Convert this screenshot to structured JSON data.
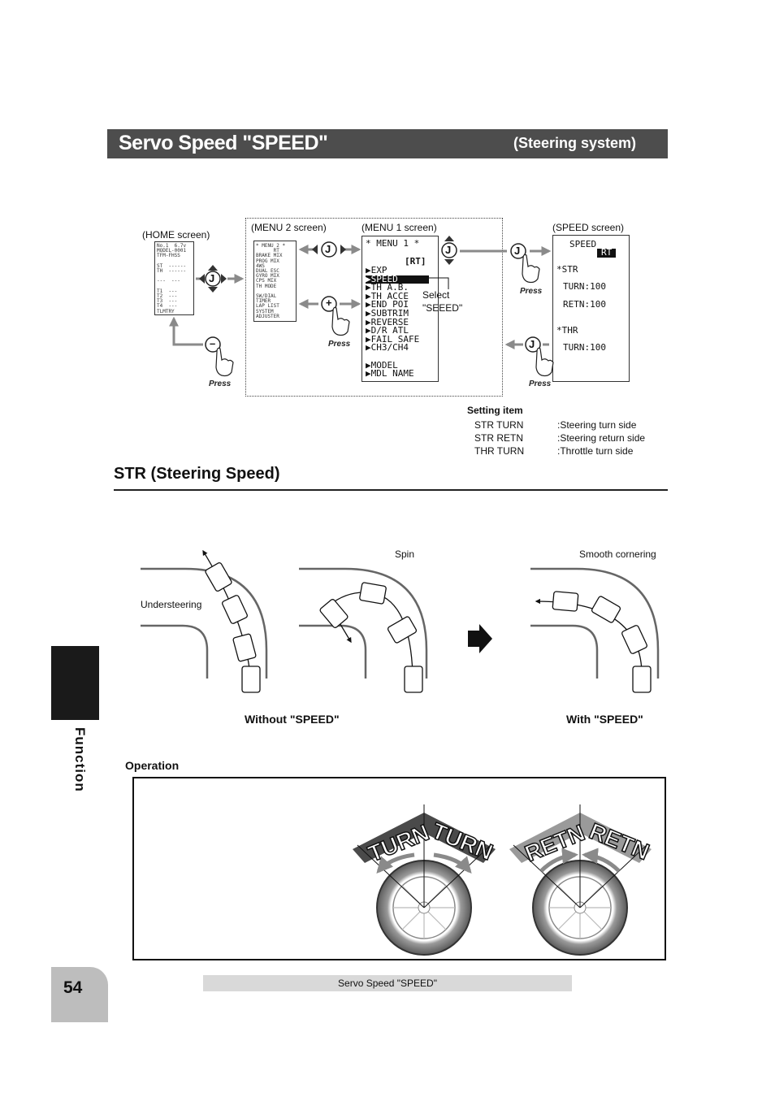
{
  "header": {
    "title": "Servo Speed \"SPEED\"",
    "subtitle": "(Steering system)"
  },
  "flow": {
    "home_label": "(HOME screen)",
    "menu2_label": "(MENU 2 screen)",
    "menu1_label": "(MENU 1 screen)",
    "speed_label": "(SPEED screen)",
    "press": "Press",
    "select_line1": "Select",
    "select_line2": "\"SEEED\"",
    "jog_glyph": "J",
    "plus_glyph": "+",
    "minus_glyph": "–",
    "home_screen_lines": [
      "No.1  6.7v",
      "MODEL-0001",
      "TFM-FHSS",
      "",
      "ST  ------",
      "TH  ------",
      "",
      "---  ---",
      "",
      "T1  ---",
      "T2  ---",
      "T3  ---",
      "T4  ---",
      "TLMTRY"
    ],
    "menu2_lines": [
      "* MENU 2 *",
      "      RT",
      "BRAKE MIX",
      "PROG MIX",
      "4WS",
      "DUAL ESC",
      "GYRO MIX",
      "CPS MIX",
      "TH MODE",
      "",
      "SW/DIAL",
      "TIMER",
      "LAP LIST",
      "SYSTEM",
      "ADJUSTER"
    ],
    "menu1_title": "* MENU 1 *",
    "menu1_badge": "[RT]",
    "menu1_items": [
      "EXP",
      "SPEED",
      "TH A.B.",
      "TH ACCE",
      "END POI",
      "SUBTRIM",
      "REVERSE",
      "D/R ATL",
      "FAIL SAFE",
      "CH3/CH4",
      "",
      "MODEL",
      "MDL NAME"
    ],
    "speed_screen": {
      "title": "SPEED",
      "badge": "RT",
      "str_header": "*STR",
      "str_turn": "TURN:100",
      "str_retn": "RETN:100",
      "thr_header": "*THR",
      "thr_turn": "TURN:100"
    }
  },
  "setting": {
    "heading": "Setting item",
    "items": [
      {
        "key": "STR TURN",
        "desc": ":Steering turn side"
      },
      {
        "key": "STR RETN",
        "desc": ":Steering return side"
      },
      {
        "key": "THR TURN",
        "desc": ":Throttle turn side"
      }
    ]
  },
  "str_section": {
    "title": "STR (Steering Speed)",
    "understeering": "Understeering",
    "spin": "Spin",
    "smooth": "Smooth cornering",
    "without": "Without \"SPEED\"",
    "with": "With \"SPEED\""
  },
  "operation": {
    "heading": "Operation",
    "turn_word": "TURN",
    "retn_word": "RETN"
  },
  "side_tab": "Function",
  "page_number": "54",
  "footer": "Servo Speed \"SPEED\""
}
